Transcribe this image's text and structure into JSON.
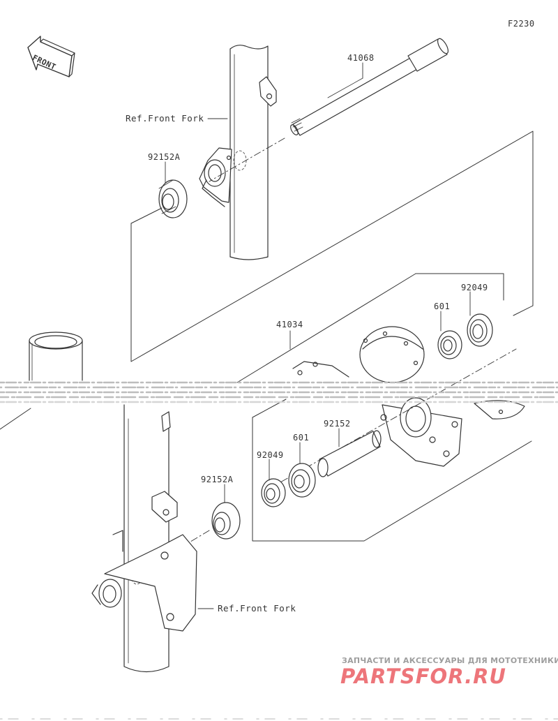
{
  "figure_code": "F2230",
  "front_arrow": {
    "text": "FRONT"
  },
  "callouts": {
    "axle": "41068",
    "collar_upper": "92152A",
    "hub": "41034",
    "bearing_right": "601",
    "seal_right": "92049",
    "collar_inner": "92152",
    "bearing_left": "601",
    "seal_left": "92049",
    "collar_lower": "92152A"
  },
  "references": {
    "upper_fork": "Ref.Front Fork",
    "lower_fork": "Ref.Front Fork"
  },
  "watermark": {
    "caption": "ЗАПЧАСТИ И АКСЕССУАРЫ ДЛЯ МОТОТЕХНИКИ",
    "logo_text": "PARTSFOR.RU",
    "logo_color": "#e8474e"
  },
  "colors": {
    "line": "#333333",
    "background": "#ffffff"
  }
}
